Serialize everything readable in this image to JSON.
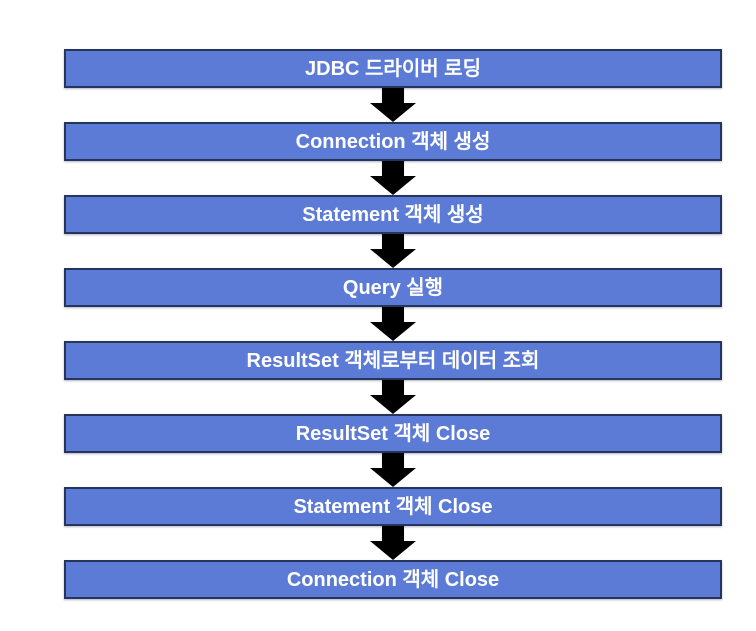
{
  "diagram": {
    "type": "flowchart",
    "orientation": "vertical",
    "steps": [
      {
        "label": "JDBC 드라이버 로딩"
      },
      {
        "label": "Connection 객체 생성"
      },
      {
        "label": "Statement 객체 생성"
      },
      {
        "label": "Query 실행"
      },
      {
        "label": "ResultSet 객체로부터 데이터 조회"
      },
      {
        "label": "ResultSet 객체 Close"
      },
      {
        "label": "Statement 객체 Close"
      },
      {
        "label": "Connection 객체 Close"
      }
    ],
    "connector": "down-block-arrow",
    "colors": {
      "box_fill": "#5C7BD6",
      "box_border": "#27355C",
      "arrow": "#000000",
      "text": "#FFFFFF",
      "background": "#FFFFFF"
    }
  }
}
